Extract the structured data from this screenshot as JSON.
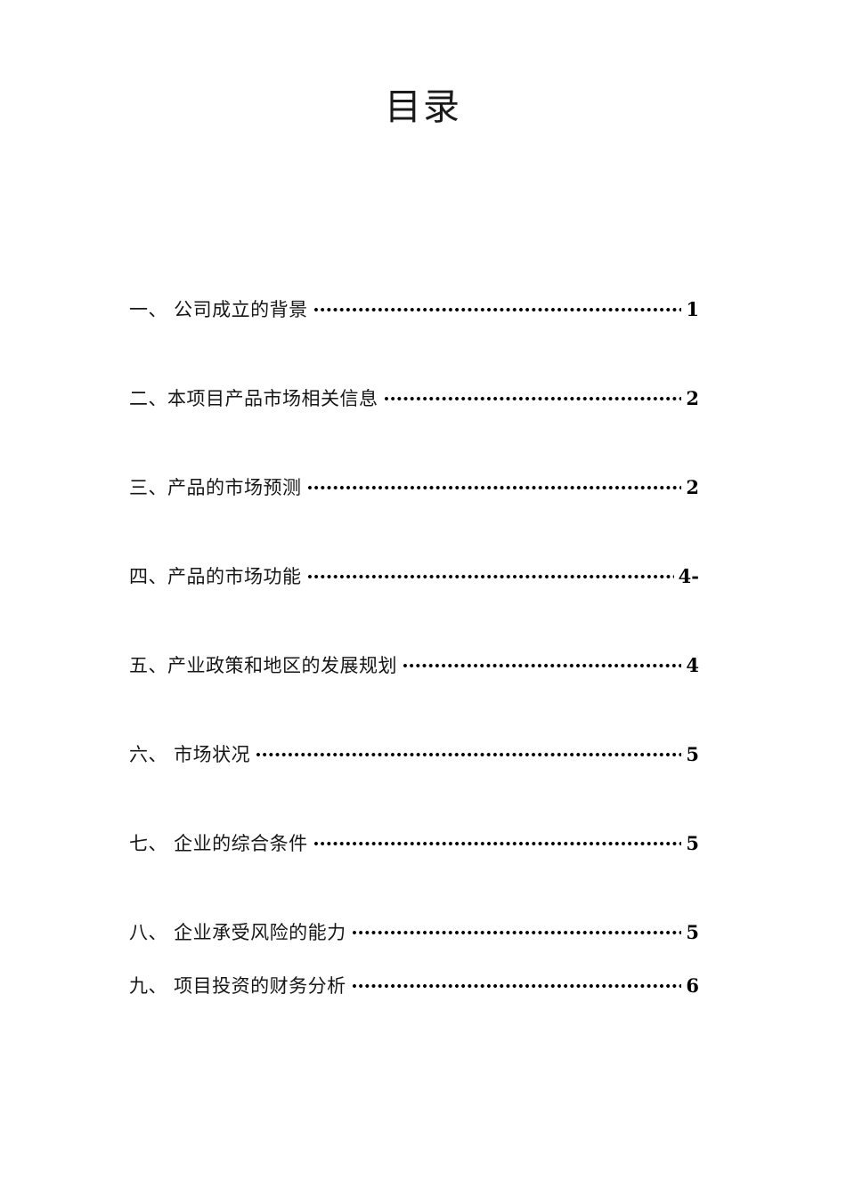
{
  "document": {
    "title": "目录"
  },
  "toc": {
    "entries": [
      {
        "label": "一、 公司成立的背景",
        "page": "1"
      },
      {
        "label": "二、本项目产品市场相关信息",
        "page": "2"
      },
      {
        "label": "三、产品的市场预测",
        "page": "2"
      },
      {
        "label": "四、产品的市场功能",
        "page": "4-"
      },
      {
        "label": "五、产业政策和地区的发展规划",
        "page": "4"
      },
      {
        "label": "六、 市场状况",
        "page": "5"
      },
      {
        "label": "七、 企业的综合条件",
        "page": "5"
      },
      {
        "label": "八、 企业承受风险的能力",
        "page": "5"
      },
      {
        "label": "九、 项目投资的财务分析",
        "page": "6"
      }
    ]
  },
  "colors": {
    "page_background": "#ffffff",
    "text": "#161616",
    "leader_dots": "#000000"
  }
}
